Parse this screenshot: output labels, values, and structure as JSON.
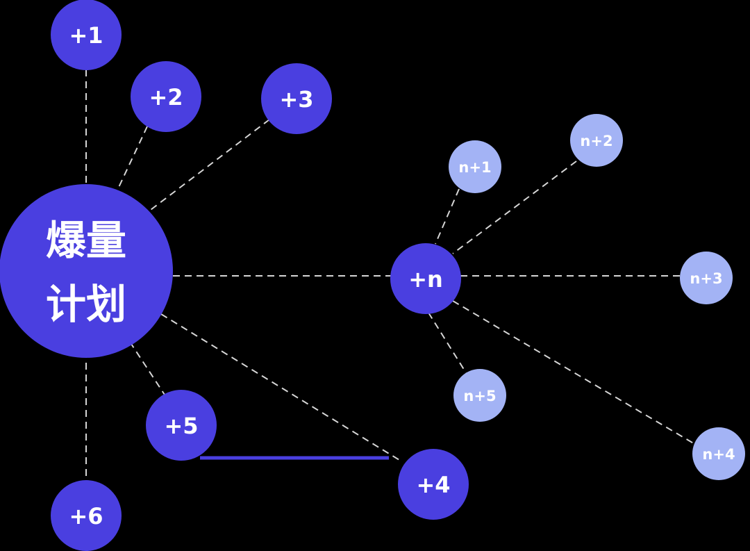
{
  "colors": {
    "background": "#000000",
    "primary_node": "#4a3fe0",
    "secondary_node": "#a3b3f5",
    "connector": "#d6d6d6"
  },
  "center": {
    "line1": "爆量",
    "line2": "计划"
  },
  "nodes": {
    "p1": "+1",
    "p2": "+2",
    "p3": "+3",
    "p4": "+4",
    "p5": "+5",
    "p6": "+6",
    "pn": "+n",
    "n1": "n+1",
    "n2": "n+2",
    "n3": "n+3",
    "n4": "n+4",
    "n5": "n+5"
  }
}
